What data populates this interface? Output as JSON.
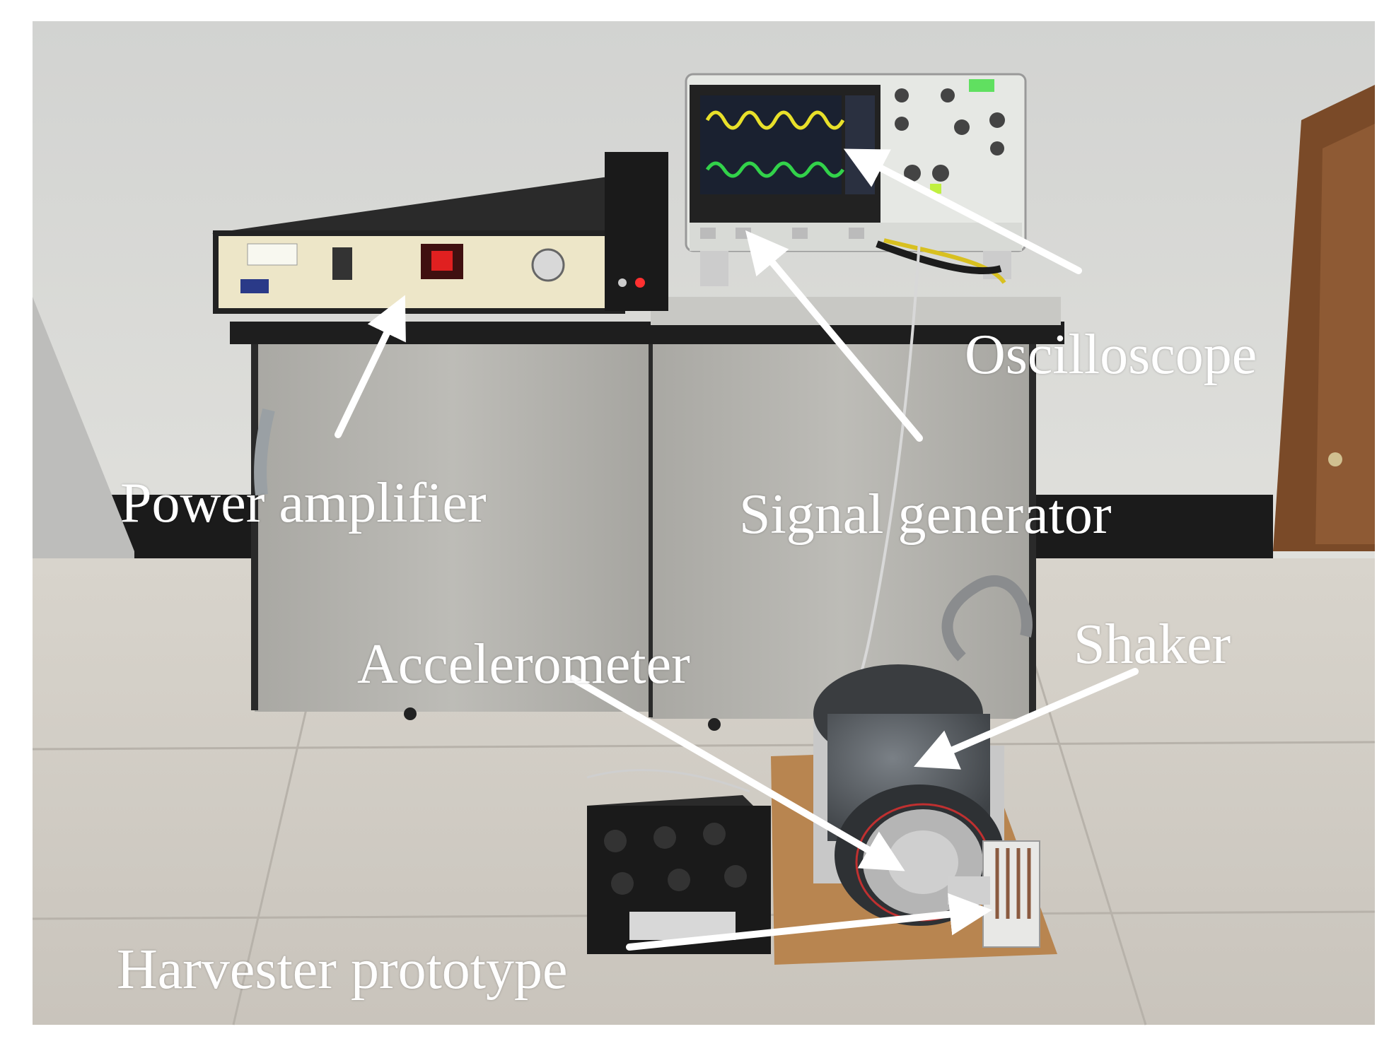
{
  "labels": {
    "power_amplifier": "Power amplifier",
    "oscilloscope": "Oscilloscope",
    "signal_generator": "Signal generator",
    "accelerometer": "Accelerometer",
    "shaker": "Shaker",
    "harvester_prototype": "Harvester prototype"
  },
  "colors": {
    "label_text": "#ffffff",
    "arrows": "#ffffff",
    "wall": "#d9d9d6",
    "floor": "#cfcac2",
    "cabinet": "#b3b2ad",
    "amplifier_panel": "#ede6c8",
    "oscilloscope_body": "#e6e8e4",
    "screen": "#1a2130",
    "trace_yellow": "#e8e02a",
    "trace_green": "#32d24a",
    "shaker_body": "#5a6065",
    "wood_board": "#b88550",
    "door": "#8a5a32"
  }
}
